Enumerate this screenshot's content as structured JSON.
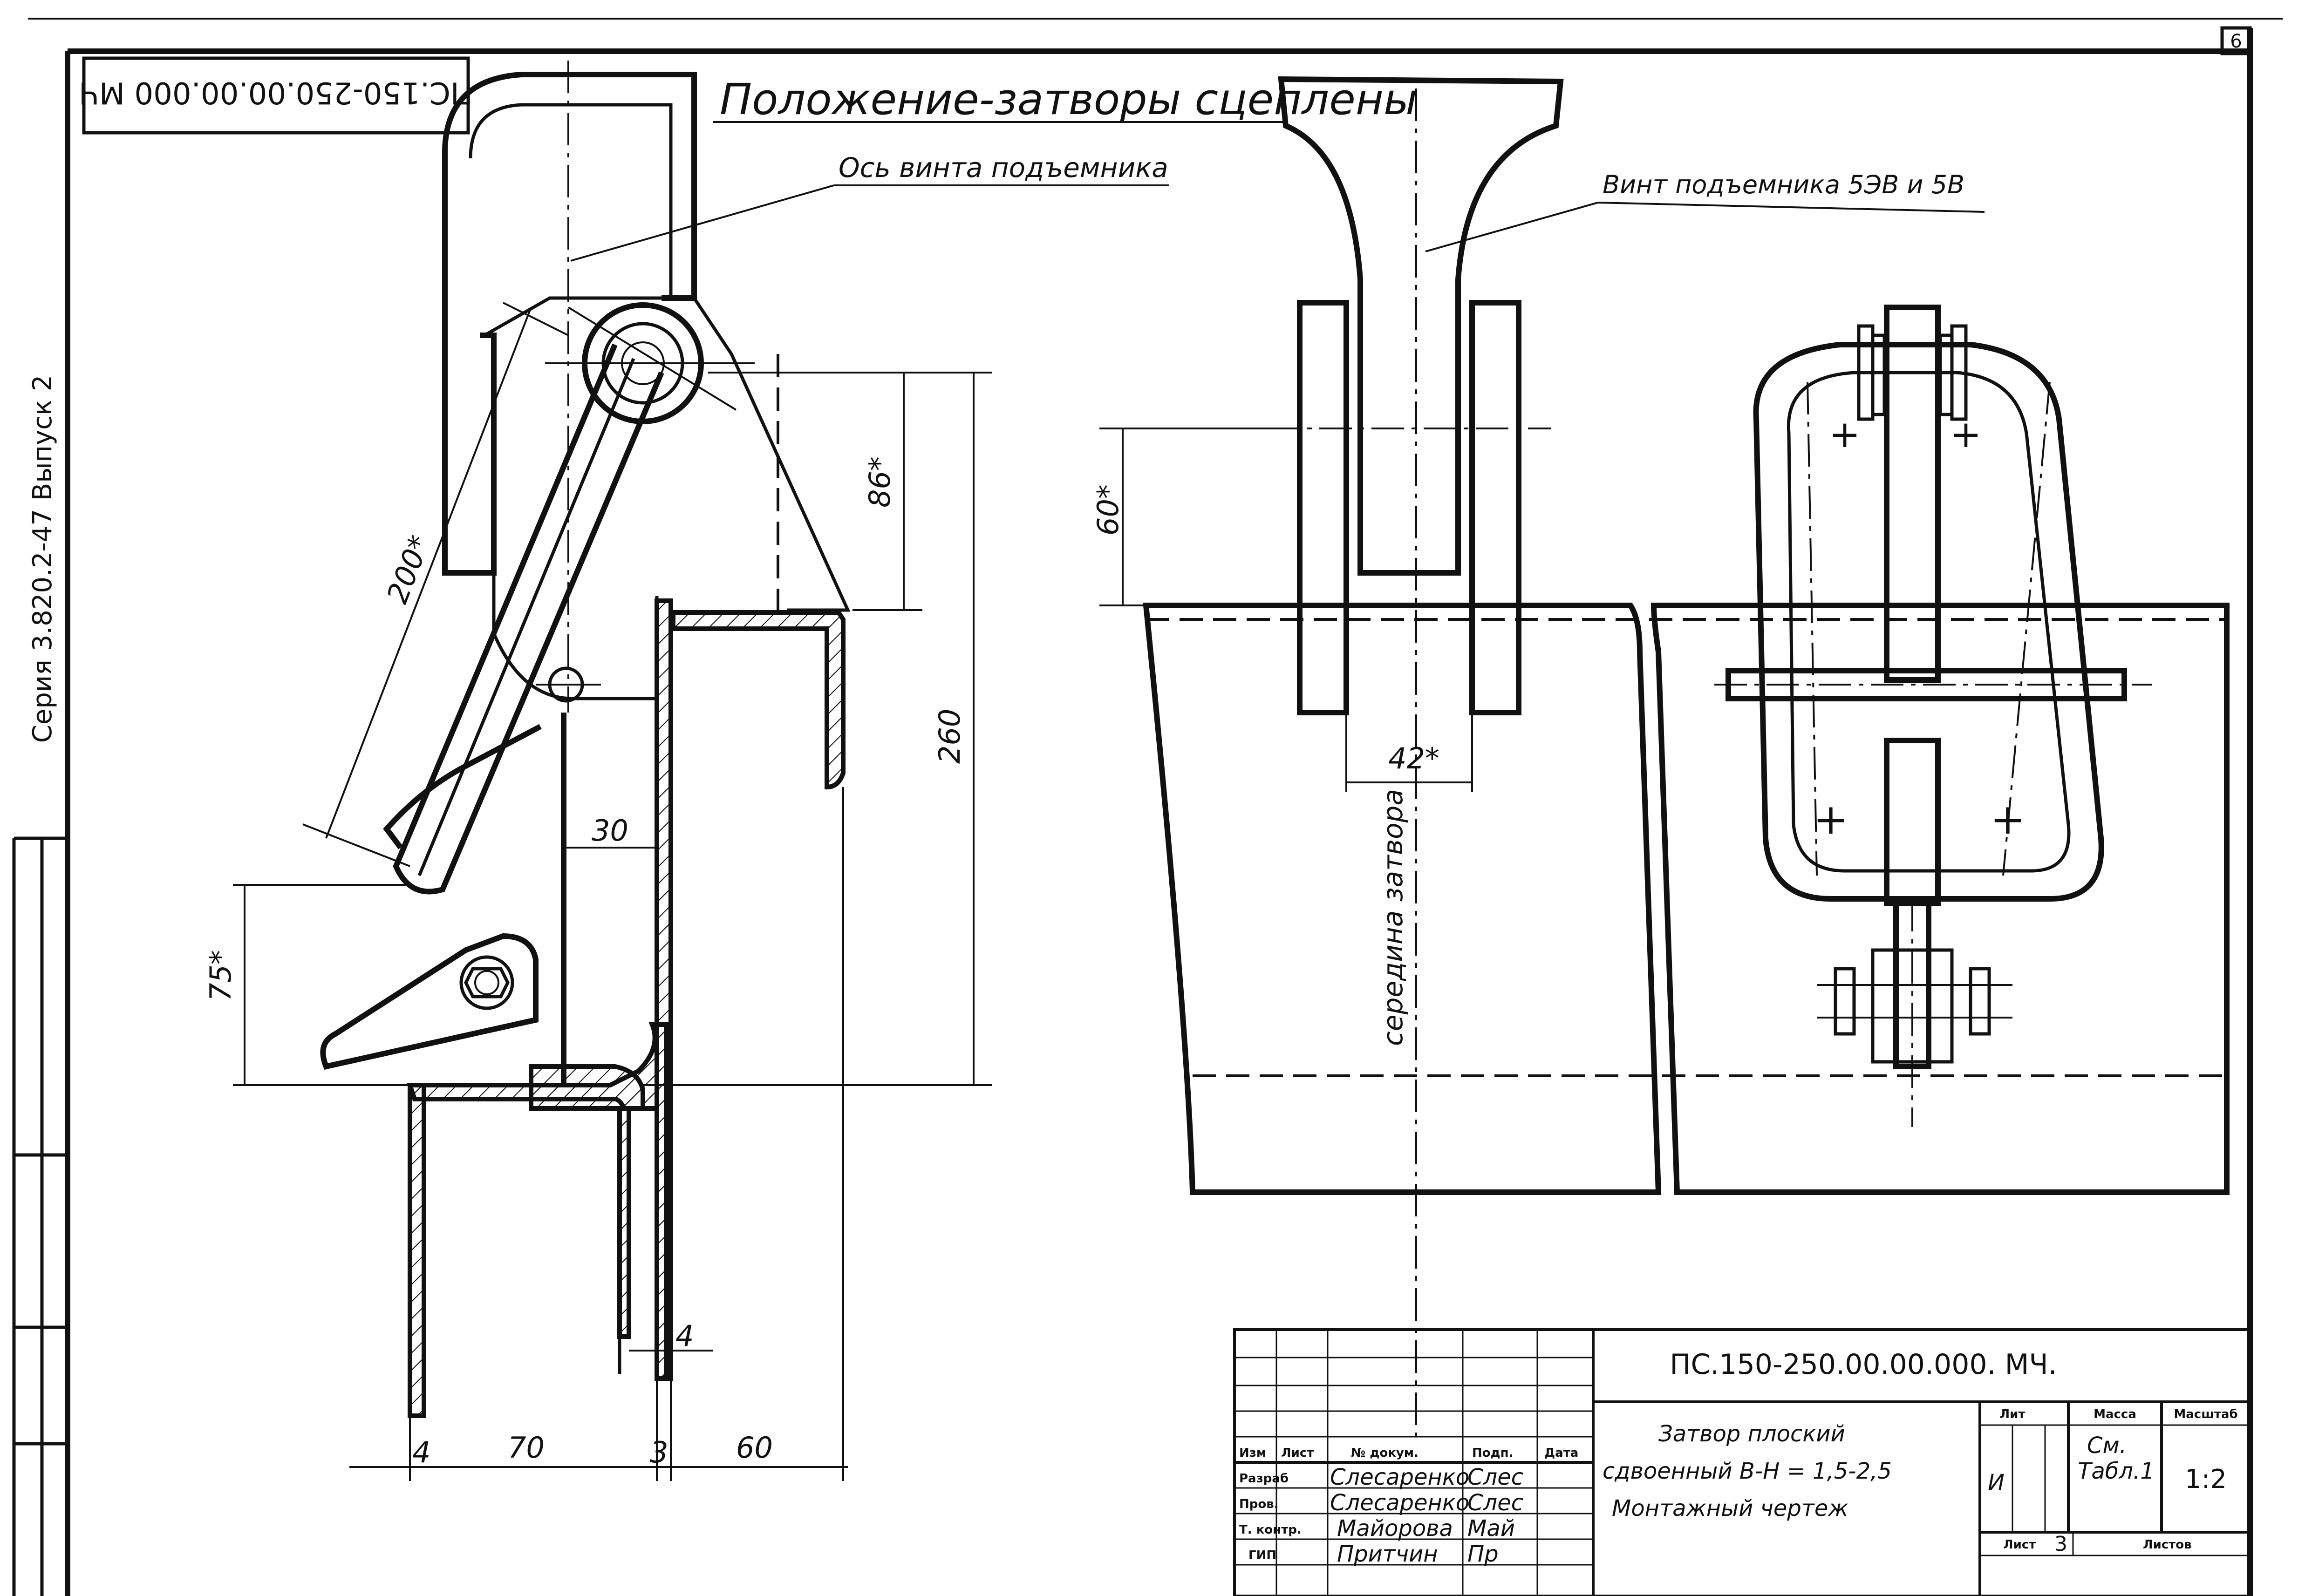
{
  "sheet": {
    "page_number": "6",
    "side_stamp": "ПС.150-250.00.00.000 МЧ",
    "series": "Серия 3.820.2-47 Выпуск 2"
  },
  "left_view": {
    "heading": "Положение-затворы сцеплены",
    "axis_label": "Ось винта подъемника",
    "dimensions": {
      "d200": "200*",
      "d86": "86*",
      "d260": "260",
      "d30": "30",
      "d75": "75*",
      "d4_right": "4",
      "d4_left": "4",
      "d70": "70",
      "d3": "3",
      "d60": "60"
    }
  },
  "right_view": {
    "screw_label": "Винт подъемника 5ЭВ и 5В",
    "d60": "60*",
    "d42": "42*",
    "centre_label": "середина затвора"
  },
  "title_block": {
    "doc_code": "ПС.150-250.00.00.000. МЧ.",
    "title_lines": [
      "Затвор плоский",
      "сдвоенный  В-Н = 1,5-2,5",
      "Монтажный чертеж"
    ],
    "header_cols": [
      "Изм",
      "Лист",
      "№ докум.",
      "Подп.",
      "Дата"
    ],
    "rows": [
      {
        "role": "Разраб",
        "name": "Слесаренко",
        "sign": "Слес"
      },
      {
        "role": "Пров.",
        "name": "Слесаренко",
        "sign": "Слес"
      },
      {
        "role": "Т. контр.",
        "name": "Майорова",
        "sign": "Май"
      },
      {
        "role": "ГИП",
        "name": "Притчин",
        "sign": "Пр"
      }
    ],
    "lit_label": "Лит",
    "lit_value": "И",
    "mass_label": "Масса",
    "mass_value_1": "См.",
    "mass_value_2": "Табл.1",
    "scale_label": "Масштаб",
    "scale_value": "1:2",
    "sheet_label": "Лист",
    "sheet_value": "3",
    "sheets_label": "Листов"
  }
}
